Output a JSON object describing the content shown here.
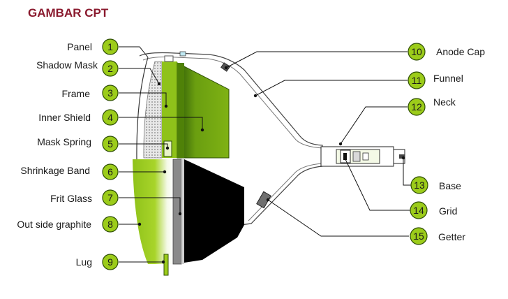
{
  "title": "GAMBAR CPT",
  "colors": {
    "title": "#8a1a2e",
    "badge_fill": "#9ccc1a",
    "panel_green": "#8fc21a",
    "dark_green": "#3c6a0a",
    "tube_black": "#000000"
  },
  "parts": [
    {
      "number": "1",
      "label": "Panel"
    },
    {
      "number": "2",
      "label": "Shadow Mask"
    },
    {
      "number": "3",
      "label": "Frame"
    },
    {
      "number": "4",
      "label": "Inner Shield"
    },
    {
      "number": "5",
      "label": "Mask Spring"
    },
    {
      "number": "6",
      "label": "Shrinkage Band"
    },
    {
      "number": "7",
      "label": "Frit Glass"
    },
    {
      "number": "8",
      "label": "Out side graphite"
    },
    {
      "number": "9",
      "label": "Lug"
    },
    {
      "number": "10",
      "label": "Anode Cap"
    },
    {
      "number": "11",
      "label": "Funnel"
    },
    {
      "number": "12",
      "label": "Neck"
    },
    {
      "number": "13",
      "label": "Base"
    },
    {
      "number": "14",
      "label": "Grid"
    },
    {
      "number": "15",
      "label": "Getter"
    }
  ]
}
